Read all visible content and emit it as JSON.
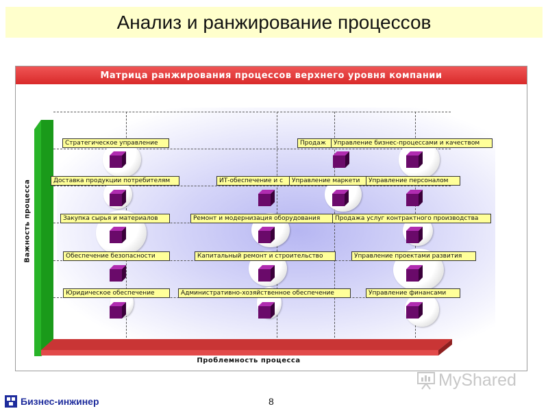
{
  "slide": {
    "title": "Анализ и ранжирование процессов",
    "page_number": "8",
    "brand": "Бизнес-инжинер",
    "watermark": "MyShared"
  },
  "matrix": {
    "header": "Матрица ранжирования процессов верхнего уровня компании",
    "y_axis_label": "Важность процесса",
    "x_axis_label": "Проблемность процесса",
    "colors": {
      "header": "#e03434",
      "wall": "#1a9a1a",
      "floor": "#d63a3a",
      "label_bg": "#ffff99",
      "cube": "#6a0a6a"
    },
    "processes": [
      "Стратегическое управление",
      "Продаж",
      "Управление бизнес-процессами и качеством",
      "Доставка продукции потребителям",
      "ИТ-обеспечение и с",
      "Управление маркети",
      "Управление персоналом",
      "Закупка сырья и материалов",
      "Ремонт и модернизация оборудования",
      "Продажа услуг контрактного производства",
      "Обеспечение безопасности",
      "Капитальный ремонт и строительство",
      "Управление проектами развития",
      "Юридическое обеспечение",
      "Административно-хозяйственное обеспечение",
      "Управление финансами"
    ]
  }
}
